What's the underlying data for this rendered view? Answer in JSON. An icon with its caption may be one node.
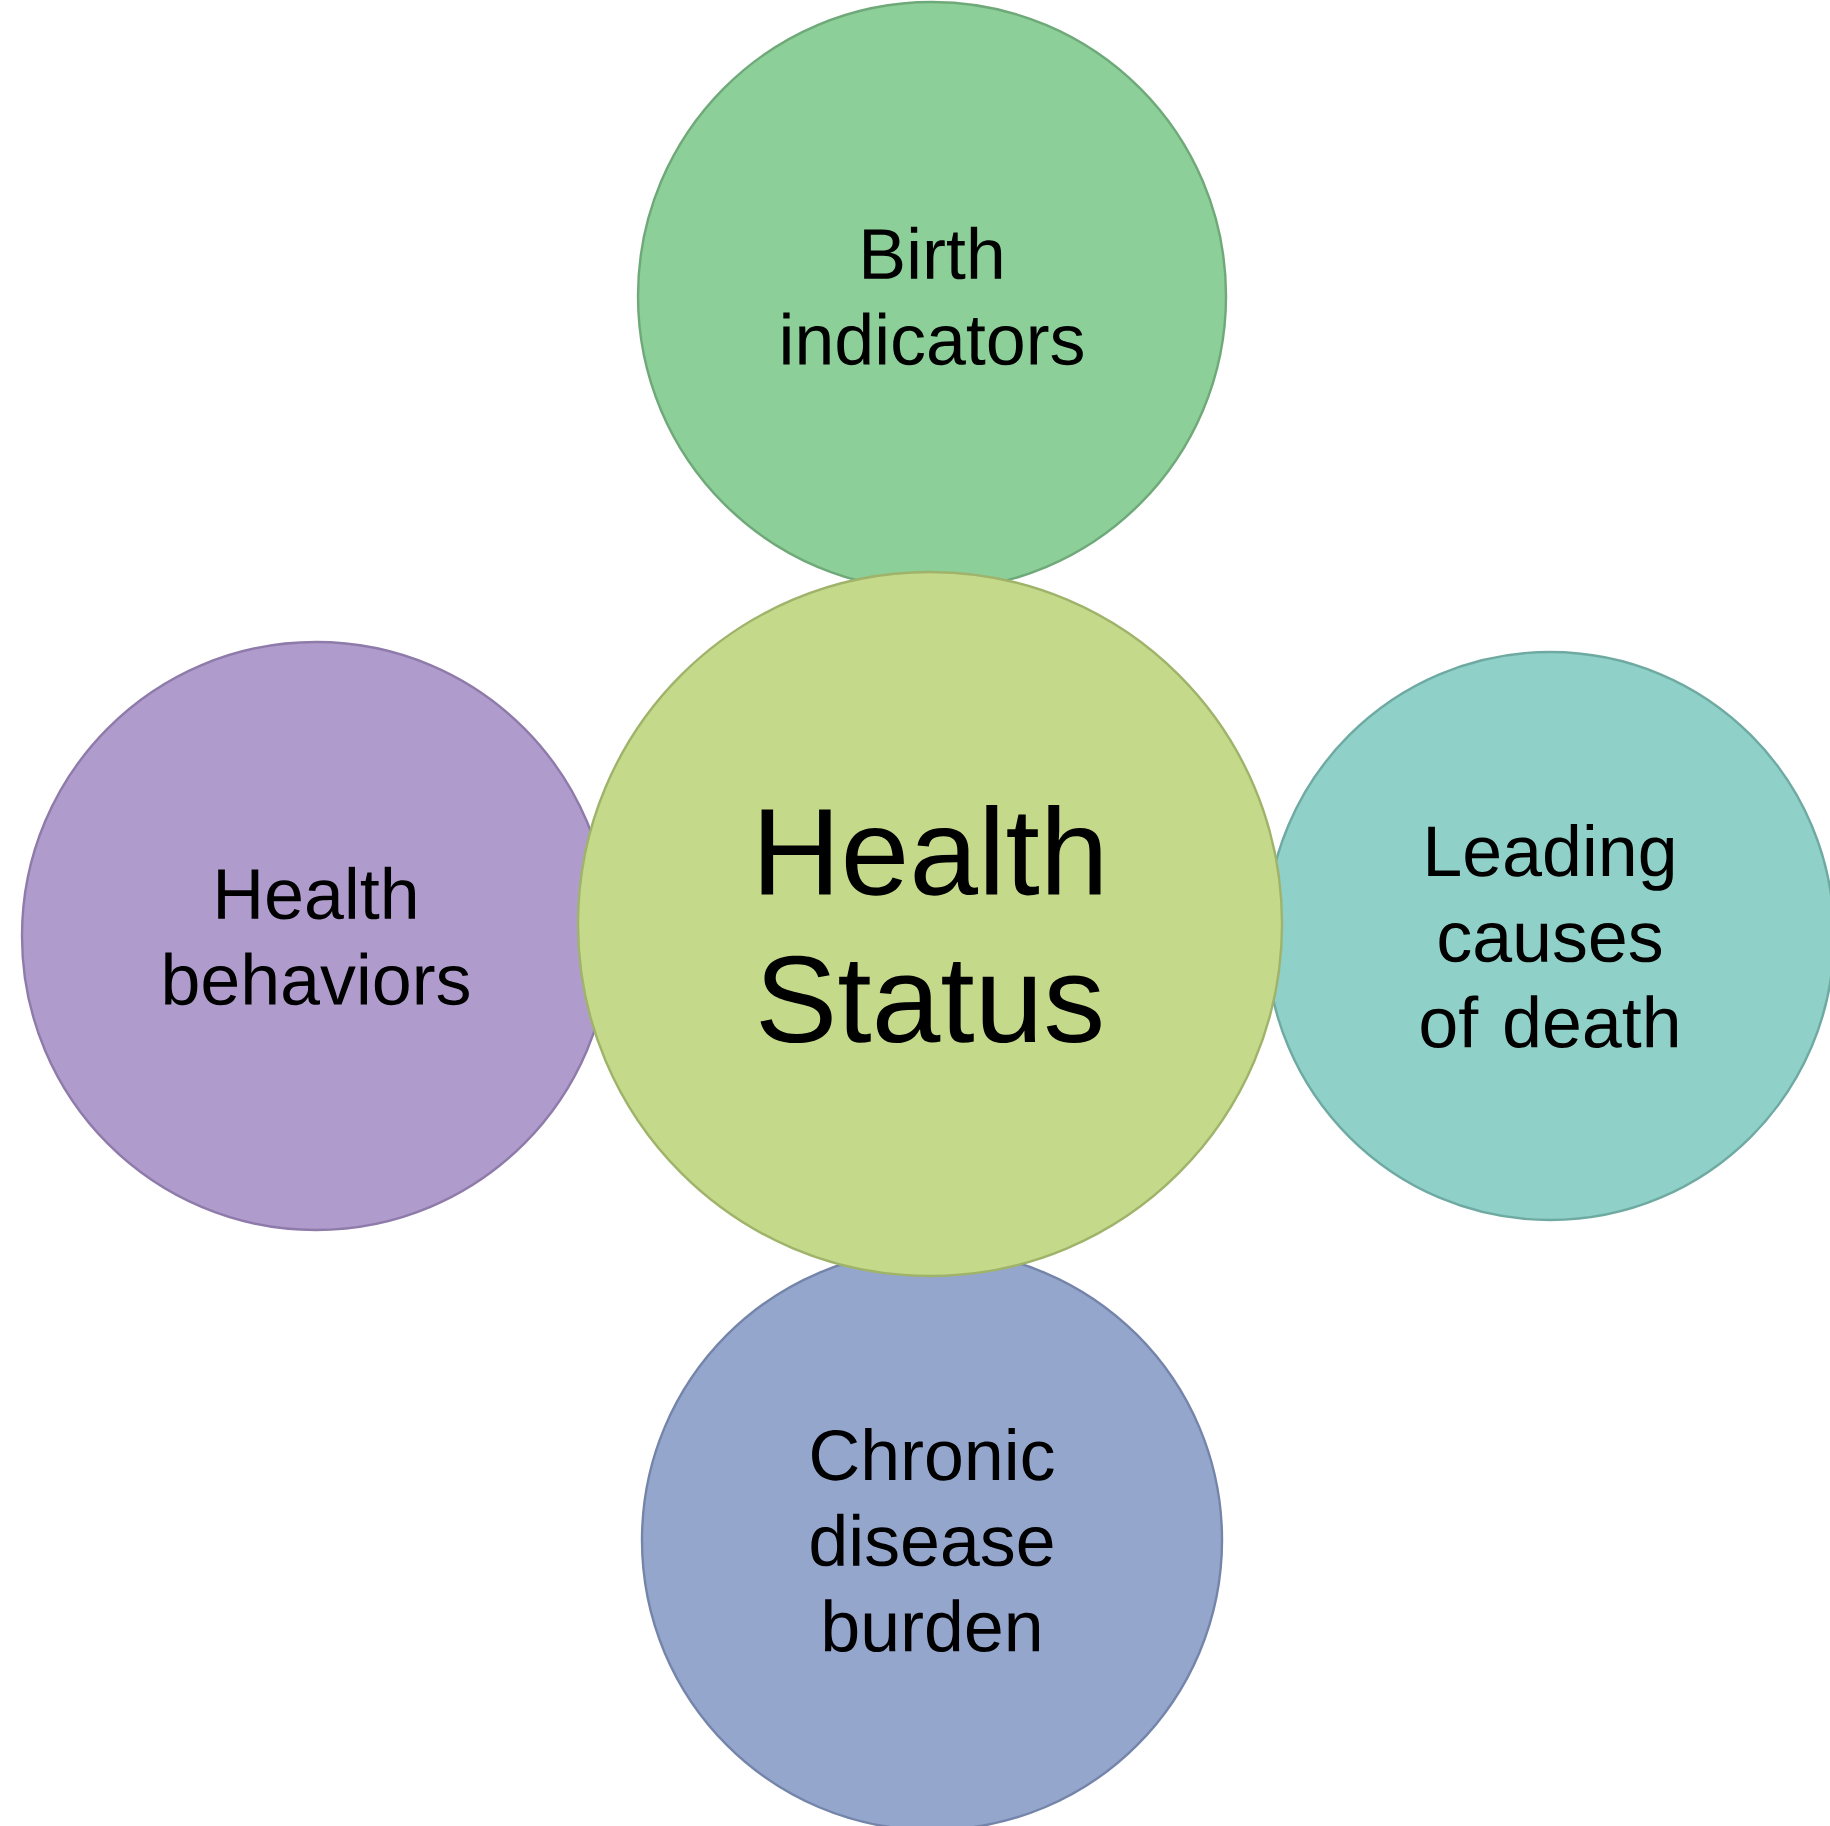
{
  "diagram": {
    "nodes": [
      {
        "text": [
          "Birth indicators"
        ]
      },
      {
        "text": [
          "Health behaviors"
        ]
      },
      {
        "text": [
          "Health Status"
        ]
      },
      {
        "text": [
          "Leading causes of death"
        ]
      },
      {
        "text": [
          "Chronic disease burden"
        ]
      }
    ]
  }
}
